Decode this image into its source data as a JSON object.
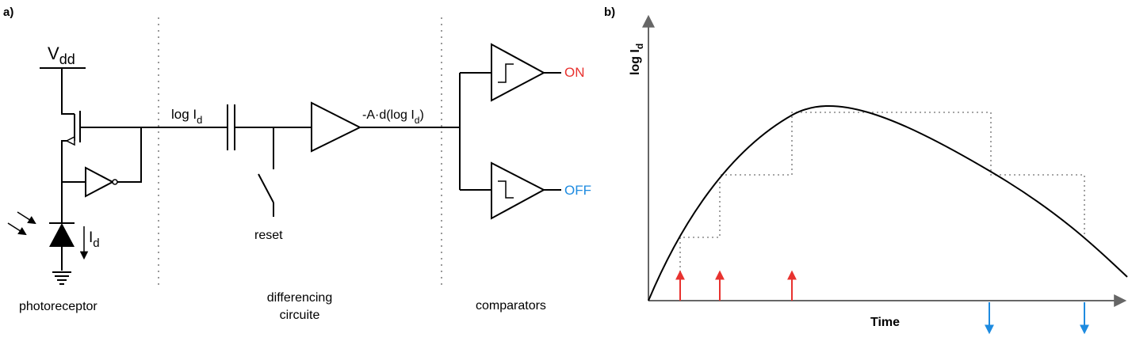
{
  "panel_a": {
    "label": "a)",
    "vdd_main": "V",
    "vdd_sub": "dd",
    "log_id_main": "log I",
    "log_id_sub": "d",
    "id_main": "I",
    "id_sub": "d",
    "reset": "reset",
    "amp_out_main": "-A·d(log I",
    "amp_out_sub": "d",
    "amp_out_end": ")",
    "on": "ON",
    "off": "OFF",
    "stage_photoreceptor": "photoreceptor",
    "stage_differencing_line1": "differencing",
    "stage_differencing_line2": "circuite",
    "stage_comparators": "comparators"
  },
  "panel_b": {
    "label": "b)",
    "y_axis_main": "log I",
    "y_axis_sub": "d",
    "x_axis": "Time"
  },
  "colors": {
    "on": "#e8322f",
    "off": "#1e8be0",
    "stair": "#888888"
  },
  "chart_data": {
    "type": "line",
    "x_label": "Time",
    "y_label": "log I_d",
    "series_curve": "log I_d rising then decaying",
    "on_events": 3,
    "off_events": 2
  }
}
